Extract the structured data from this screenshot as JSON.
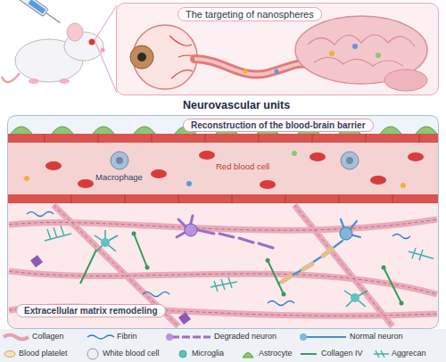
{
  "diagram": {
    "nodes": [
      {
        "text": [
          "The targeting of nanospheres"
        ]
      },
      {
        "text": [
          "Neurovascular units"
        ]
      },
      {
        "text": [
          "Reconstruction of the blood-brain barrier"
        ],
        "in": 1
      },
      {
        "text": [
          "Extracellular matrix remodeling"
        ],
        "in": 1
      }
    ],
    "labels": [
      "Macrophage",
      "Red blood cell"
    ],
    "legend": [
      {
        "text": "Collagen"
      },
      {
        "text": "Fibrin"
      },
      {
        "text": "Degraded neuron"
      },
      {
        "text": "Normal neuron"
      },
      {
        "text": "Blood platelet"
      },
      {
        "text": "White blood cell"
      },
      {
        "text": "Microglia"
      },
      {
        "text": "Astrocyte"
      },
      {
        "text": "Collagen IV"
      },
      {
        "text": "Aggrecan"
      }
    ]
  }
}
